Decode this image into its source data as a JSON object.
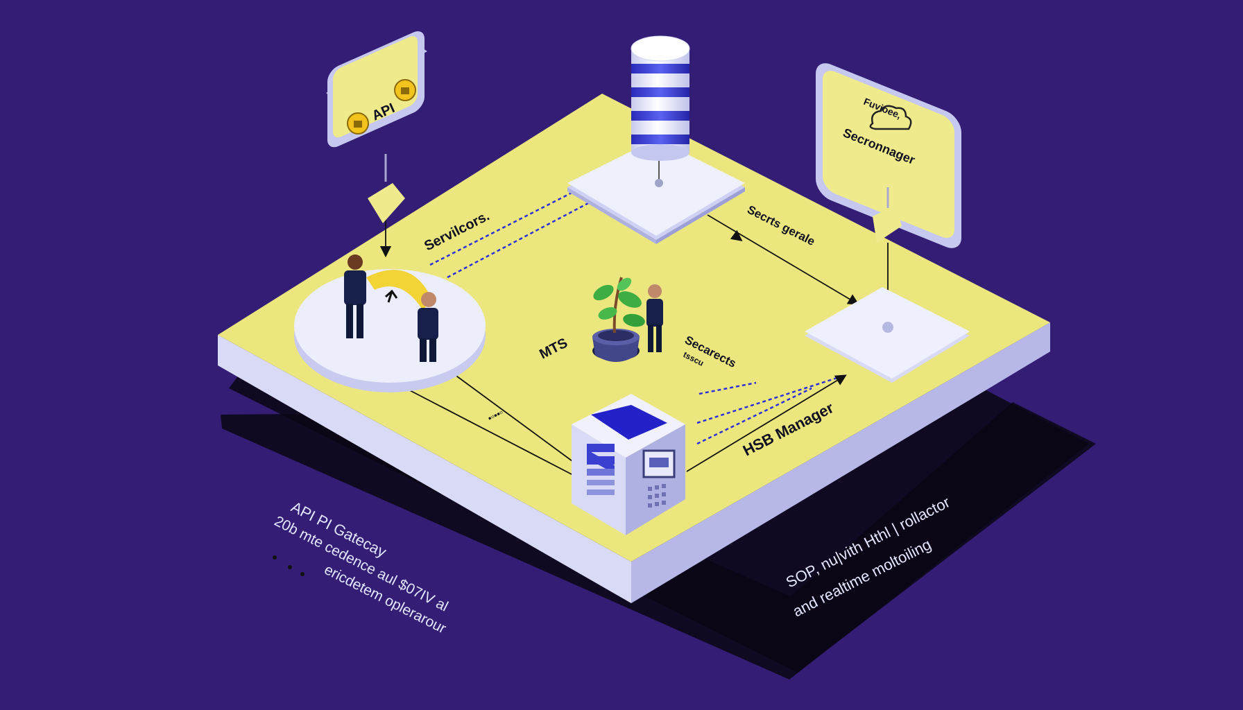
{
  "colors": {
    "background": "#341d74",
    "platform_top": "#ebe77e",
    "platform_side": "#d9daf5",
    "accent_blue": "#2d2fd8",
    "node_white": "#eceefb",
    "shadow": "#0a0614"
  },
  "signs": {
    "api_label": "API",
    "secrets_manager_top": "Fuvioee,",
    "secrets_manager_label": "Secronnager"
  },
  "platform_labels": {
    "servicors": "Servilcors.",
    "secrets_generate": "Secrts gerale",
    "mts": "MTS",
    "secarects": "Secarects",
    "secarects_sub": "tsscu",
    "code_glyphs": "▪▫▪▪▫",
    "hsb_manager": "HSB Manager"
  },
  "captions": {
    "left": [
      "API PI Gatecay",
      "20b mte cedence aul $07IV al",
      "ericdetem oplerarour"
    ],
    "right": [
      "SOP,  nu|vith Hthl | rollactor",
      "and realtime moltoiling"
    ]
  },
  "icons": [
    "coin-lock-icon",
    "database-icon",
    "cloud-icon",
    "plant-icon",
    "person-icon",
    "hsm-server-icon",
    "arrow-icon"
  ]
}
